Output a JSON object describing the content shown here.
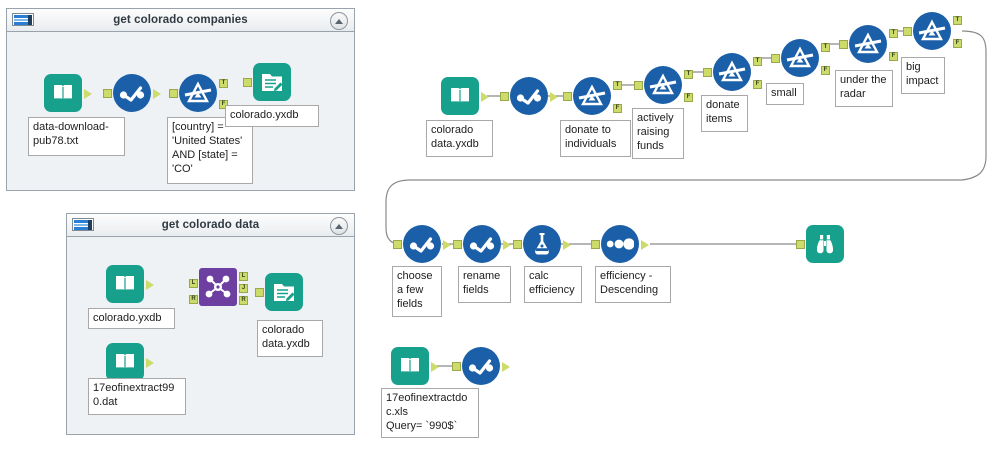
{
  "app": {
    "name": "Alteryx Designer Workflow Canvas",
    "canvas_background": "#ffffff"
  },
  "colors": {
    "input_tool": "#17a08c",
    "blue_tool": "#1b5fa8",
    "join_tool": "#6c3fa0",
    "port": "#cddb6a",
    "wire": "#8a8a8a",
    "container_fill": "#eef2f5",
    "container_border": "#9aa3ab"
  },
  "containers": [
    {
      "id": "container-colorado-companies",
      "title": "get colorado companies",
      "icon": "tool-container-icon",
      "collapse_icon": "chevron-up-icon"
    },
    {
      "id": "container-colorado-data",
      "title": "get colorado data",
      "icon": "tool-container-icon",
      "collapse_icon": "chevron-up-icon"
    }
  ],
  "container_1_tools": [
    {
      "name": "input-data-tool",
      "icon": "book-icon",
      "kind": "input"
    },
    {
      "name": "select-tool",
      "icon": "select-icon",
      "kind": "blue"
    },
    {
      "name": "filter-tool",
      "icon": "filter-icon",
      "kind": "blue"
    },
    {
      "name": "output-data-tool",
      "icon": "document-pencil-icon",
      "kind": "output"
    }
  ],
  "container_1_annotations": [
    {
      "name": "annotation-input-file",
      "text": "data-download-\npub78.txt"
    },
    {
      "name": "annotation-filter-expr",
      "text": "[country] =\n'United States'\nAND [state] =\n'CO'"
    },
    {
      "name": "annotation-output-file",
      "text": "colorado.yxdb"
    }
  ],
  "container_2_tools": [
    {
      "name": "input-data-tool-left",
      "icon": "book-icon",
      "kind": "input"
    },
    {
      "name": "input-data-tool-right",
      "icon": "book-icon",
      "kind": "input"
    },
    {
      "name": "join-tool",
      "icon": "join-icon",
      "kind": "join"
    },
    {
      "name": "output-data-tool",
      "icon": "document-pencil-icon",
      "kind": "output"
    }
  ],
  "container_2_annotations": [
    {
      "name": "annotation-colorado-yxdb",
      "text": "colorado.yxdb"
    },
    {
      "name": "annotation-dat-file",
      "text": "17eofinextract99\n0.dat"
    },
    {
      "name": "annotation-output-file",
      "text": "colorado\ndata.yxdb"
    }
  ],
  "top_chain": {
    "tools": [
      {
        "name": "input-data-tool",
        "icon": "book-icon",
        "kind": "input"
      },
      {
        "name": "select-tool",
        "icon": "select-icon",
        "kind": "blue"
      },
      {
        "name": "filter-tool-donate-to-individuals",
        "icon": "filter-icon",
        "kind": "blue"
      },
      {
        "name": "filter-tool-actively-raising-funds",
        "icon": "filter-icon",
        "kind": "blue"
      },
      {
        "name": "filter-tool-donate-items",
        "icon": "filter-icon",
        "kind": "blue"
      },
      {
        "name": "filter-tool-small",
        "icon": "filter-icon",
        "kind": "blue"
      },
      {
        "name": "filter-tool-under-the-radar",
        "icon": "filter-icon",
        "kind": "blue"
      },
      {
        "name": "filter-tool-big-impact",
        "icon": "filter-icon",
        "kind": "blue"
      }
    ],
    "annotations": [
      {
        "name": "annotation-input-file",
        "text": "colorado\ndata.yxdb"
      },
      {
        "name": "annotation-donate-to-individuals",
        "text": "donate to\nindividuals"
      },
      {
        "name": "annotation-actively-raising-funds",
        "text": "actively\nraising\nfunds"
      },
      {
        "name": "annotation-donate-items",
        "text": "donate\nitems"
      },
      {
        "name": "annotation-small",
        "text": "small"
      },
      {
        "name": "annotation-under-the-radar",
        "text": "under the\nradar"
      },
      {
        "name": "annotation-big-impact",
        "text": "big\nimpact"
      }
    ],
    "port_labels": {
      "true": "T",
      "false": "F"
    }
  },
  "bottom_chain": {
    "tools": [
      {
        "name": "select-tool-choose-a-few-fields",
        "icon": "select-icon",
        "kind": "blue"
      },
      {
        "name": "select-tool-rename-fields",
        "icon": "select-icon",
        "kind": "blue"
      },
      {
        "name": "formula-tool-calc-efficiency",
        "icon": "flask-icon",
        "kind": "blue"
      },
      {
        "name": "sort-tool-efficiency-descending",
        "icon": "sort-icon",
        "kind": "blue"
      },
      {
        "name": "browse-tool",
        "icon": "binoculars-icon",
        "kind": "browse"
      }
    ],
    "annotations": [
      {
        "name": "annotation-choose-a-few-fields",
        "text": "choose\na few\nfields"
      },
      {
        "name": "annotation-rename-fields",
        "text": "rename\nfields"
      },
      {
        "name": "annotation-calc-efficiency",
        "text": "calc\nefficiency"
      },
      {
        "name": "annotation-efficiency-descending",
        "text": "efficiency -\nDescending"
      }
    ]
  },
  "standalone_chain": {
    "tools": [
      {
        "name": "input-data-tool",
        "icon": "book-icon",
        "kind": "input"
      },
      {
        "name": "select-tool",
        "icon": "select-icon",
        "kind": "blue"
      }
    ],
    "annotations": [
      {
        "name": "annotation-xls-input",
        "text": "17eofinextractdo\nc.xls\nQuery= `990$`"
      }
    ]
  }
}
